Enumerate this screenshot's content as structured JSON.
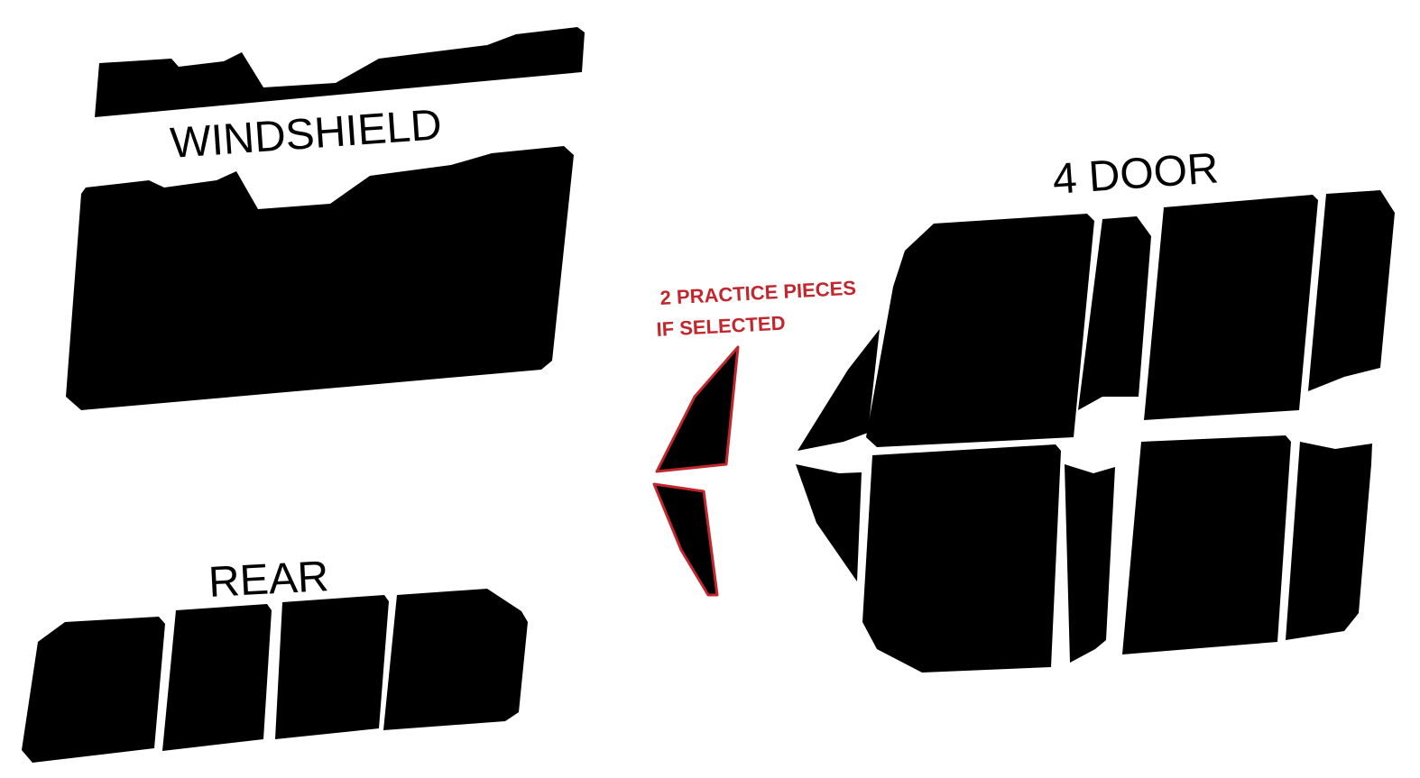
{
  "labels": {
    "windshield": "WINDSHIELD",
    "rear": "REAR",
    "four_door": "4 DOOR",
    "practice_line1": "2 PRACTICE PIECES",
    "practice_line2": "IF SELECTED"
  },
  "colors": {
    "piece_fill": "#000000",
    "accent_red": "#c1272d",
    "background": "#ffffff"
  }
}
